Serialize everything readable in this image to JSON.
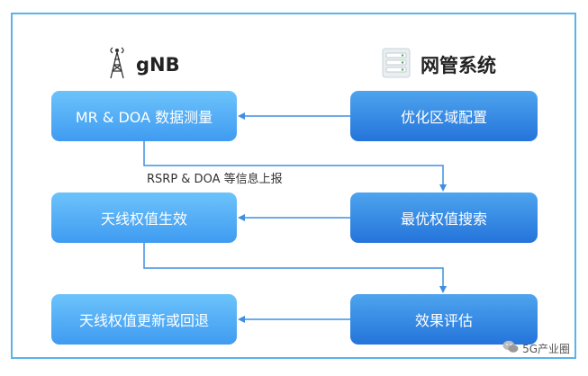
{
  "headers": {
    "gnb": {
      "label": "gNB",
      "icon": "antenna-tower-icon"
    },
    "nms": {
      "label": "网管系统",
      "icon": "server-icon"
    }
  },
  "boxes": {
    "mr_doa": "MR & DOA 数据测量",
    "optimize_area": "优化区域配置",
    "weight_effect": "天线权值生效",
    "best_weight_search": "最优权值搜索",
    "weight_update": "天线权值更新或回退",
    "effect_eval": "效果评估"
  },
  "edge_labels": {
    "report": "RSRP & DOA 等信息上报"
  },
  "watermark": {
    "text": "5G产业圈",
    "icon": "wechat-icon"
  },
  "colors": {
    "frame": "#5ab3ea",
    "left_box": "#4aa6f3",
    "right_box": "#2f82e3",
    "connector": "#3f8fe0"
  }
}
